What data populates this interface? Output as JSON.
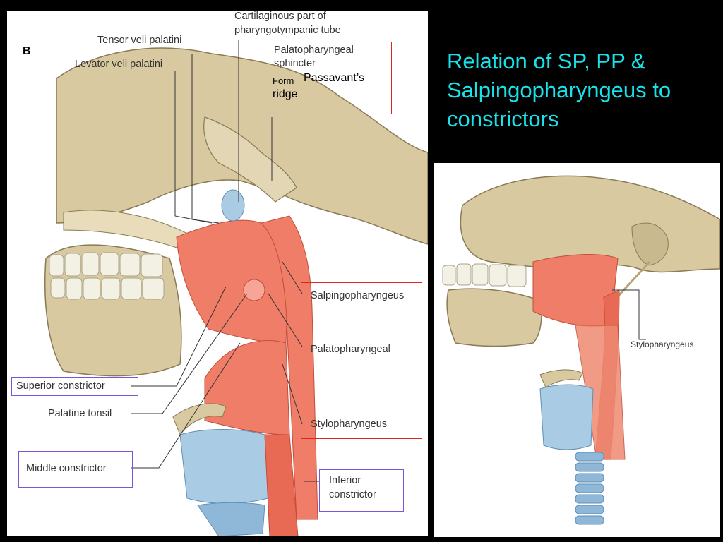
{
  "slide": {
    "title": "Relation of SP, PP & Salpingopharyngeus to constrictors",
    "title_color": "#19e3ea",
    "background": "#000000"
  },
  "figure_left": {
    "panel_letter": "B",
    "labels": {
      "cartilaginous_line1": "Cartilaginous part of",
      "cartilaginous_line2": "pharyngotympanic tube",
      "tensor": "Tensor veli palatini",
      "levator": "Levator veli palatini",
      "sphincter_line1": "Palatopharyngeal",
      "sphincter_line2": "sphincter",
      "form": "Form",
      "passavant_line1": "Passavant’s",
      "passavant_line2": "ridge",
      "salpingopharyngeus": "Salpingopharyngeus",
      "palatopharyngeal": "Palatopharyngeal",
      "stylopharyngeus": "Stylopharyngeus",
      "superior_constrictor": "Superior constrictor",
      "palatine_tonsil": "Palatine tonsil",
      "middle_constrictor": "Middle constrictor",
      "inferior_line1": "Inferior",
      "inferior_line2": "constrictor"
    }
  },
  "figure_right": {
    "labels": {
      "stylopharyngeus": "Stylopharyngeus"
    }
  },
  "colors": {
    "bone": "#d8c9a0",
    "muscle": "#ef7d68",
    "cartilage": "#a9cbe3",
    "annotation_box_red": "#e02424",
    "annotation_box_purple": "#7a55d8"
  }
}
